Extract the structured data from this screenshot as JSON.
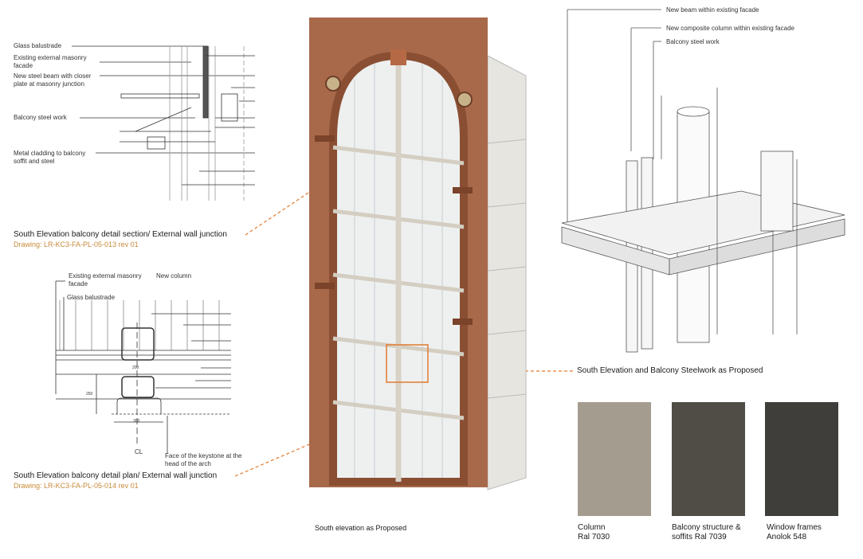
{
  "section_detail": {
    "labels": [
      "Glass balustrade",
      "Existing external masonry\nfacade",
      "New steel beam with closer\nplate at masonry junction",
      "Balcony steel work",
      "Metal cladding to balcony\nsoffit and steel"
    ],
    "caption": "South Elevation balcony detail section/ External wall junction",
    "drawing_prefix": "Drawing:",
    "drawing_ref": "LR-KC3-FA-PL-05-013 rev 01"
  },
  "plan_detail": {
    "labels": [
      "Existing external masonry\nfacade",
      "New column",
      "Glass balustrade",
      "Face of the keystone at the\nhead of the arch"
    ],
    "dimensions": [
      "200",
      "250",
      "300"
    ],
    "centerline": "CL",
    "caption": "South Elevation balcony detail plan/ External wall junction",
    "drawing_prefix": "Drawing:",
    "drawing_ref": "LR-KC3-FA-PL-05-014 rev 01"
  },
  "elevation": {
    "caption": "South elevation as Proposed"
  },
  "steelwork_3d": {
    "labels": [
      "New beam within existing facade",
      "New composite column within existing facade",
      "Balcony steel work"
    ],
    "caption": "South Elevation and Balcony Steelwork as Proposed"
  },
  "swatches": [
    {
      "label": "Column\nRal 7030",
      "color": "#a59c90"
    },
    {
      "label": "Balcony structure &\nsoffits Ral 7039",
      "color": "#504d47"
    },
    {
      "label": "Window frames\nAnolok 548",
      "color": "#3f3e3a"
    }
  ],
  "colors": {
    "accent": "#e07a2e",
    "brick": "#a8694a"
  }
}
